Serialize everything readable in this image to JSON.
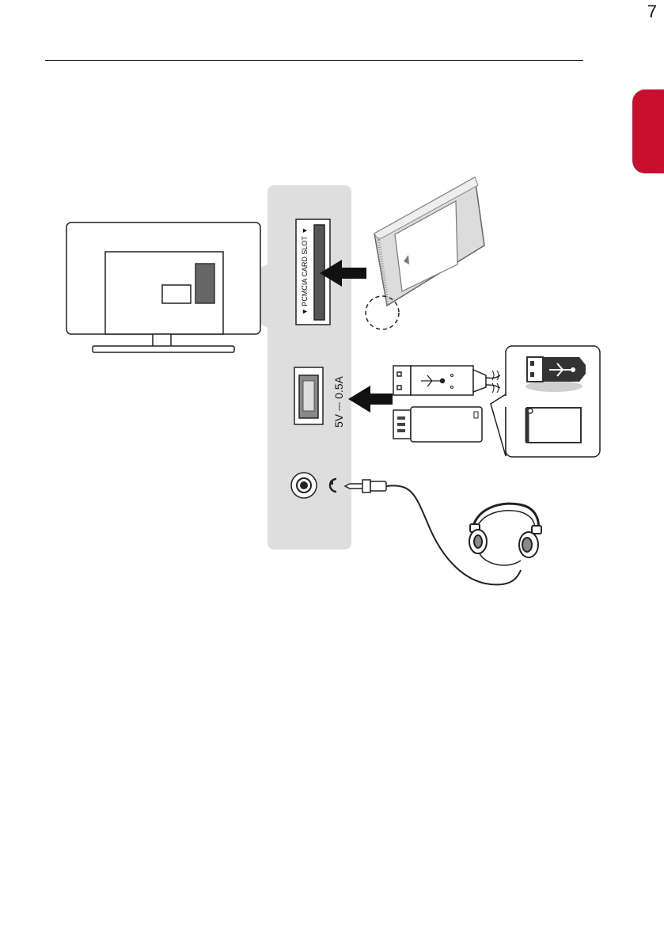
{
  "page": {
    "number": "7"
  },
  "colors": {
    "accent": "#c8102e",
    "panel": "#dedede",
    "ink": "#222222"
  },
  "panel": {
    "pcmcia_label": "▼ PCMCIA CARD SLOT ▼",
    "usb_rating": "5V ⎓ 0.5A"
  },
  "icons": {
    "tv": "tv-rear-icon",
    "ci_card": "ci-module-card-icon",
    "usb_plug": "usb-plug-icon",
    "usb_stick": "usb-stick-icon",
    "usb_badge": "usb-symbol-icon",
    "memory": "memory-card-icon",
    "headphone_symbol": "headphone-symbol-icon",
    "headphones": "headphones-icon"
  }
}
